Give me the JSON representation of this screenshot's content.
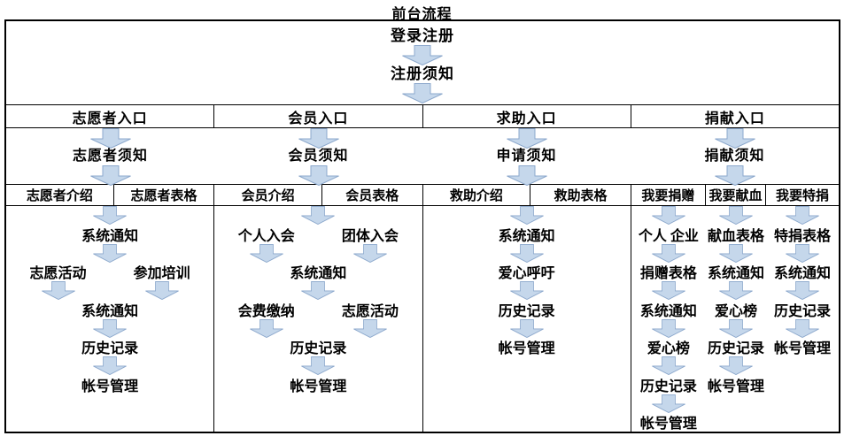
{
  "title": "前台流程",
  "top": {
    "login": "登录注册",
    "notice": "注册须知"
  },
  "entrances": {
    "volunteer": "志愿者入口",
    "member": "会员入口",
    "help": "求助入口",
    "donate": "捐献入口"
  },
  "notices": {
    "volunteer": "志愿者须知",
    "member": "会员须知",
    "help": "申请须知",
    "donate": "捐献须知"
  },
  "tabs": {
    "volunteer_intro": "志愿者介绍",
    "volunteer_form": "志愿者表格",
    "member_intro": "会员介绍",
    "member_form": "会员表格",
    "help_intro": "救助介绍",
    "help_form": "救助表格",
    "donate_gift": "我要捐赠",
    "donate_blood": "我要献血",
    "donate_special": "我要特捐"
  },
  "flows": {
    "volunteer": {
      "notify1": "系统通知",
      "activity": "志愿活动",
      "training": "参加培训",
      "notify2": "系统通知",
      "history": "历史记录",
      "account": "帐号管理"
    },
    "member": {
      "personal": "个人入会",
      "group": "团体入会",
      "notify": "系统通知",
      "fee": "会费缴纳",
      "activity": "志愿活动",
      "history": "历史记录",
      "account": "帐号管理"
    },
    "help": {
      "notify": "系统通知",
      "appeal": "爱心呼吁",
      "history": "历史记录",
      "account": "帐号管理"
    },
    "donate_gift": {
      "source": "个人 企业",
      "form": "捐赠表格",
      "notify": "系统通知",
      "board": "爱心榜",
      "history": "历史记录",
      "account": "帐号管理"
    },
    "donate_blood": {
      "form": "献血表格",
      "notify": "系统通知",
      "board": "爱心榜",
      "history": "历史记录",
      "account": "帐号管理"
    },
    "donate_special": {
      "form": "特捐表格",
      "notify": "系统通知",
      "history": "历史记录",
      "account": "帐号管理"
    }
  },
  "colors": {
    "arrow_fill": "#c5d7eb",
    "arrow_border": "#8ca8cc",
    "line": "#000000"
  }
}
